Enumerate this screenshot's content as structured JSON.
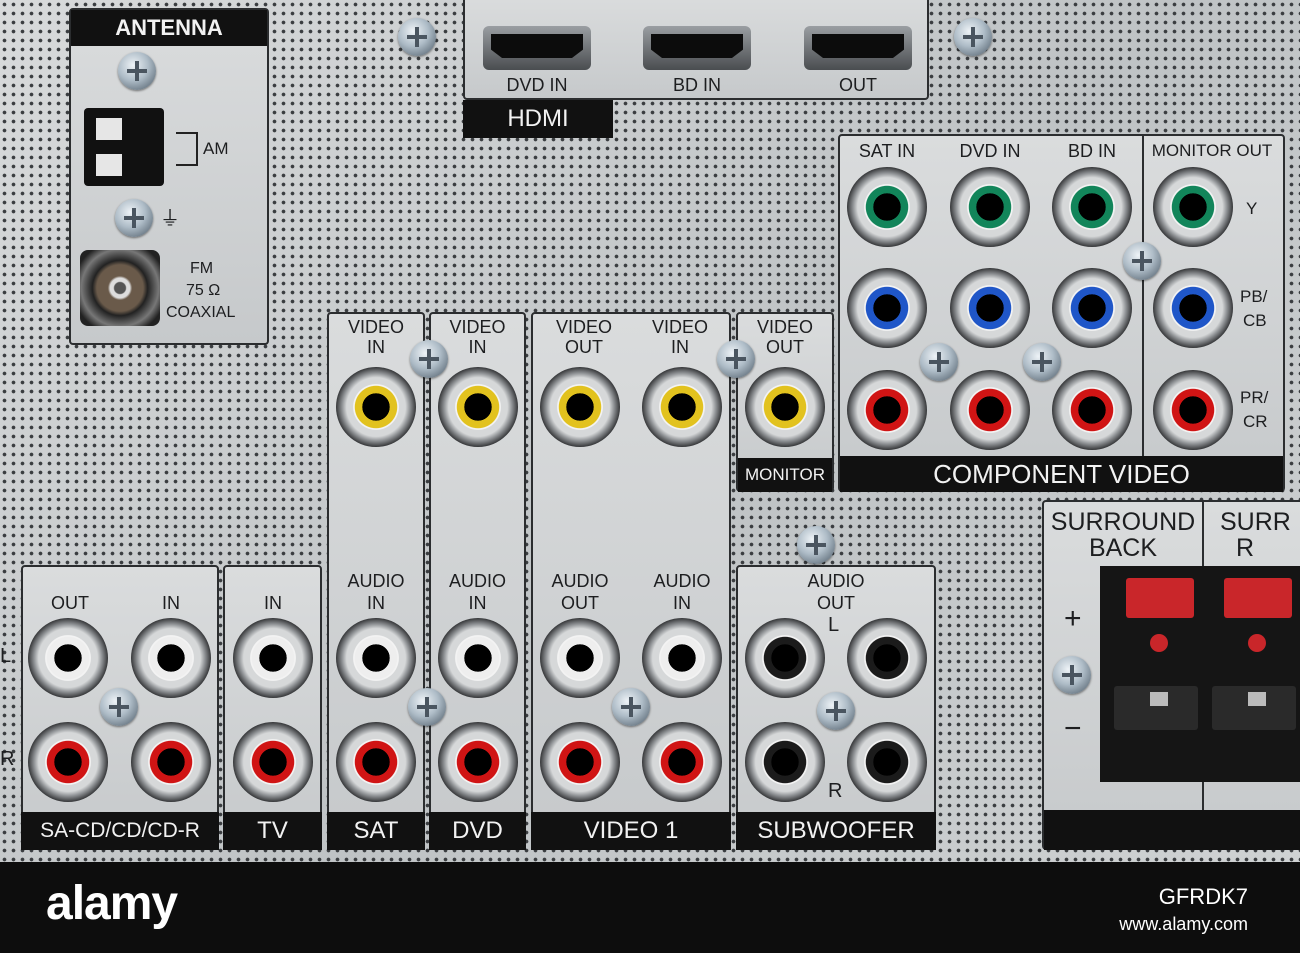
{
  "antenna": {
    "title": "ANTENNA",
    "am": "AM",
    "fm": "FM",
    "ohm": "75 Ω",
    "coaxial": "COAXIAL"
  },
  "hdmi": {
    "title": "HDMI",
    "ports": [
      "DVD IN",
      "BD IN",
      "OUT"
    ]
  },
  "component": {
    "title": "COMPONENT VIDEO",
    "cols": [
      "SAT IN",
      "DVD IN",
      "BD IN"
    ],
    "monitor_out": "MONITOR OUT",
    "y": "Y",
    "pb": "PB/",
    "cb": "CB",
    "pr": "PR/",
    "cr": "CR"
  },
  "video": {
    "video_in": [
      "VIDEO",
      "IN"
    ],
    "video_out": [
      "VIDEO",
      "OUT"
    ],
    "audio_in": [
      "AUDIO",
      "IN"
    ],
    "audio_out": [
      "AUDIO",
      "OUT"
    ],
    "monitor": "MONITOR"
  },
  "groups": {
    "sacd": "SA-CD/CD/CD-R",
    "tv": "TV",
    "sat": "SAT",
    "dvd": "DVD",
    "video1": "VIDEO 1",
    "subwoofer": "SUBWOOFER"
  },
  "small": {
    "out": "OUT",
    "in": "IN",
    "l": "L",
    "r": "R",
    "plus": "+",
    "minus": "−"
  },
  "surround": {
    "back": [
      "SURROUND",
      "BACK"
    ],
    "r": [
      "SURR",
      "R"
    ]
  },
  "colors": {
    "yellow": "#e2c21e",
    "white": "#eeeeee",
    "red": "#d01414",
    "green": "#12855a",
    "blue": "#1f56c8",
    "black": "#1b1b1b"
  },
  "watermark": {
    "brand": "alamy",
    "code": "GFRDK7",
    "url": "www.alamy.com"
  }
}
